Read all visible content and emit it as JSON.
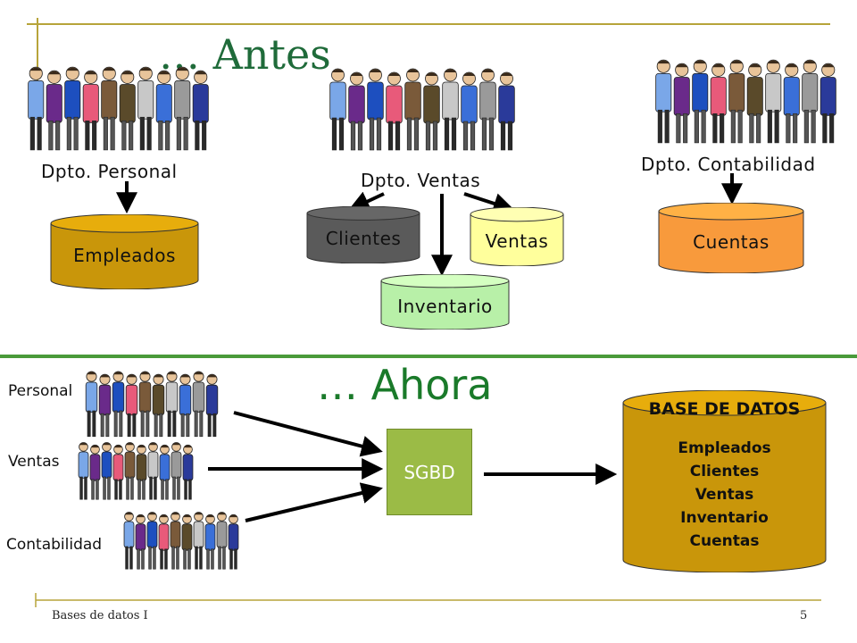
{
  "slide": {
    "title_before": "… Antes",
    "title_after": "… Ahora",
    "footer_left": "Bases de datos I",
    "page_number": "5"
  },
  "before": {
    "departments": [
      {
        "label": "Dpto. Personal"
      },
      {
        "label": "Dpto. Ventas"
      },
      {
        "label": "Dpto. Contabilidad"
      }
    ],
    "stores": [
      {
        "label": "Empleados",
        "color": "#c9960a"
      },
      {
        "label": "Clientes",
        "color": "#5a5a5a"
      },
      {
        "label": "Ventas",
        "color": "#ffff9c"
      },
      {
        "label": "Inventario",
        "color": "#b8f0a8"
      },
      {
        "label": "Cuentas",
        "color": "#f89a3c"
      }
    ]
  },
  "after": {
    "users": [
      {
        "label": "Personal"
      },
      {
        "label": "Ventas"
      },
      {
        "label": "Contabilidad"
      }
    ],
    "dbms": {
      "label": "SGBD",
      "color": "#9bbb46"
    },
    "database": {
      "title": "BASE DE DATOS",
      "color": "#c9960a",
      "items": [
        "Empleados",
        "Clientes",
        "Ventas",
        "Inventario",
        "Cuentas"
      ]
    }
  },
  "colors": {
    "accent_green": "#4a9a3a",
    "title_green": "#1f6b3a",
    "frame_gold": "#b7a43a"
  }
}
